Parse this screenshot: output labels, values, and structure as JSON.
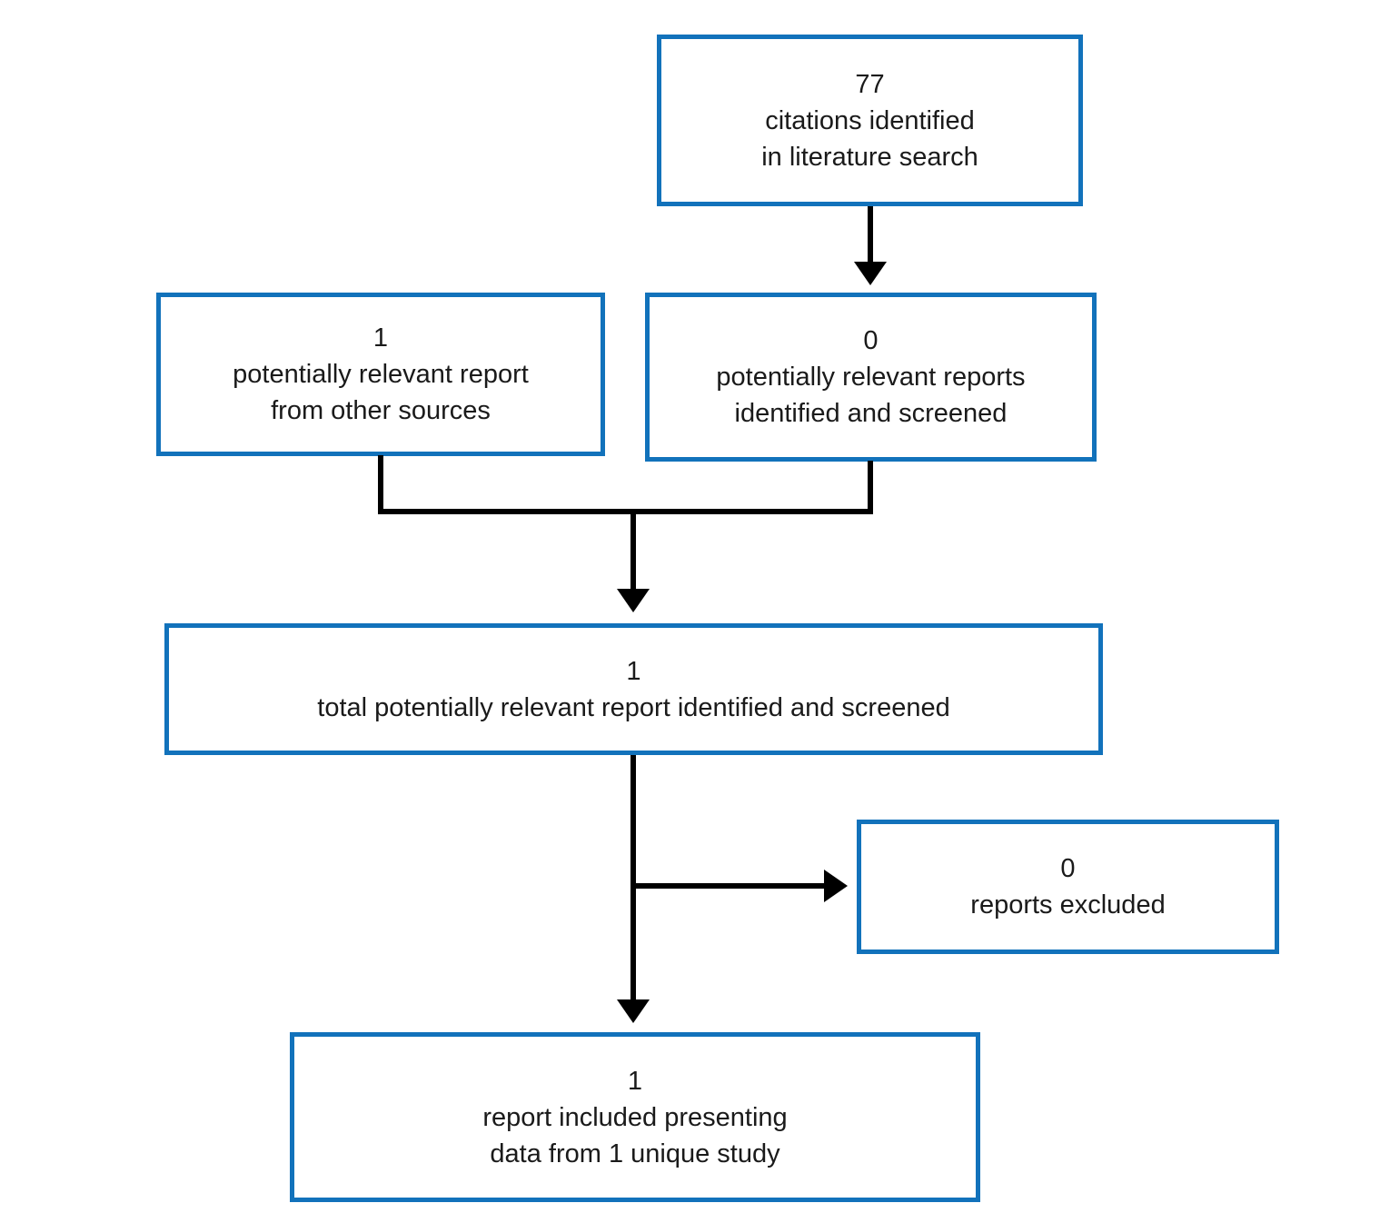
{
  "diagram": {
    "type": "flowchart",
    "description": "literature search flow diagram",
    "colors": {
      "box_border": "#1272bb",
      "box_fill": "#ffffff",
      "connector": "#000000",
      "text": "#1a1a1a",
      "background": "#ffffff"
    },
    "nodes": {
      "citations": {
        "count": "77",
        "lines": [
          "citations identified",
          "in literature search"
        ]
      },
      "other_sources": {
        "count": "1",
        "lines": [
          "potentially relevant report",
          "from other sources"
        ]
      },
      "screened": {
        "count": "0",
        "lines": [
          "potentially relevant reports",
          "identified and screened"
        ]
      },
      "total": {
        "count": "1",
        "lines": [
          "total potentially relevant report identified and screened"
        ]
      },
      "excluded": {
        "count": "0",
        "lines": [
          "reports excluded"
        ]
      },
      "included": {
        "count": "1",
        "lines": [
          "report included presenting",
          "data from 1 unique study"
        ]
      }
    },
    "edges": [
      {
        "from": "citations",
        "to": "screened"
      },
      {
        "from": "other_sources",
        "to": "total"
      },
      {
        "from": "screened",
        "to": "total"
      },
      {
        "from": "total",
        "to": "excluded"
      },
      {
        "from": "total",
        "to": "included"
      }
    ]
  }
}
